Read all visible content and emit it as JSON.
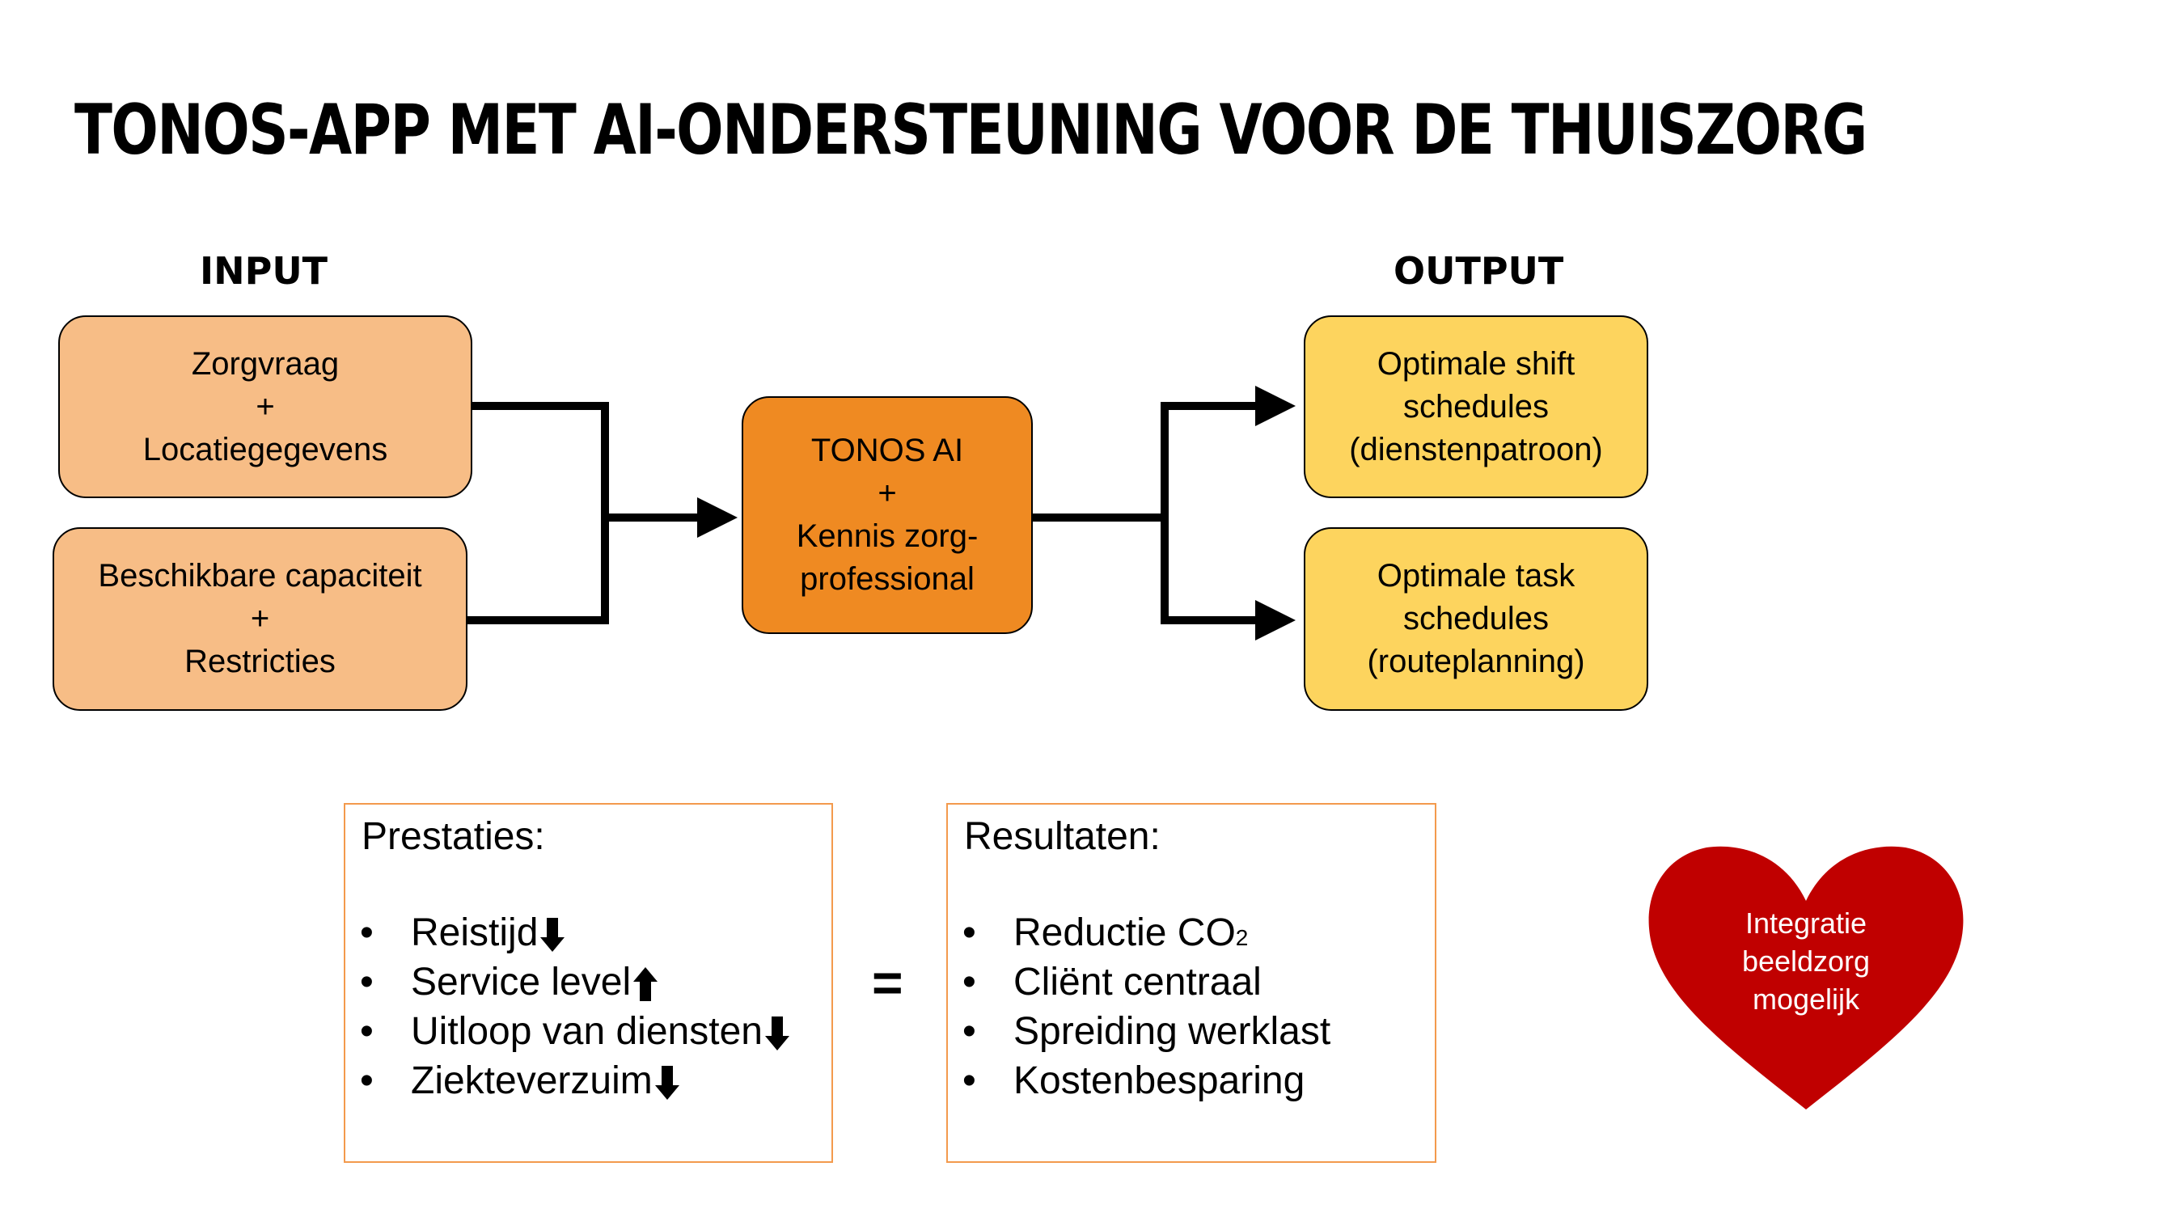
{
  "title": "TONOS-APP MET AI-ONDERSTEUNING VOOR DE THUISZORG",
  "input_label": "INPUT",
  "output_label": "OUTPUT",
  "input_boxes": [
    {
      "line1": "Zorgvraag",
      "line2": "+",
      "line3": "Locatiegegevens"
    },
    {
      "line1": "Beschikbare capaciteit",
      "line2": "+",
      "line3": "Restricties"
    }
  ],
  "core_box": {
    "line1": "TONOS AI",
    "line2": "+",
    "line3": "Kennis zorg-",
    "line4": "professional"
  },
  "output_boxes": [
    {
      "line1": "Optimale shift",
      "line2": "schedules",
      "line3": "(dienstenpatroon)"
    },
    {
      "line1": "Optimale task",
      "line2": "schedules",
      "line3": "(routeplanning)"
    }
  ],
  "prestaties": {
    "heading": "Prestaties:",
    "items": [
      {
        "text": "Reistijd",
        "trend": "down"
      },
      {
        "text": "Service level",
        "trend": "up"
      },
      {
        "text": "Uitloop van diensten",
        "trend": "down"
      },
      {
        "text": "Ziekteverzuim",
        "trend": "down"
      }
    ]
  },
  "equals": "=",
  "resultaten": {
    "heading": "Resultaten:",
    "items": [
      {
        "text": "Reductie CO",
        "sub": "2"
      },
      {
        "text": "Cliënt centraal"
      },
      {
        "text": "Spreiding werklast"
      },
      {
        "text": "Kostenbesparing"
      }
    ]
  },
  "bullet": "•",
  "heart": {
    "line1": "Integratie",
    "line2": "beeldzorg",
    "line3": "mogelijk",
    "color": "#c00000"
  },
  "colors": {
    "input": "#f7bd86",
    "core": "#ef8a22",
    "output": "#fdd45e",
    "panel_border": "#f39a4d"
  }
}
